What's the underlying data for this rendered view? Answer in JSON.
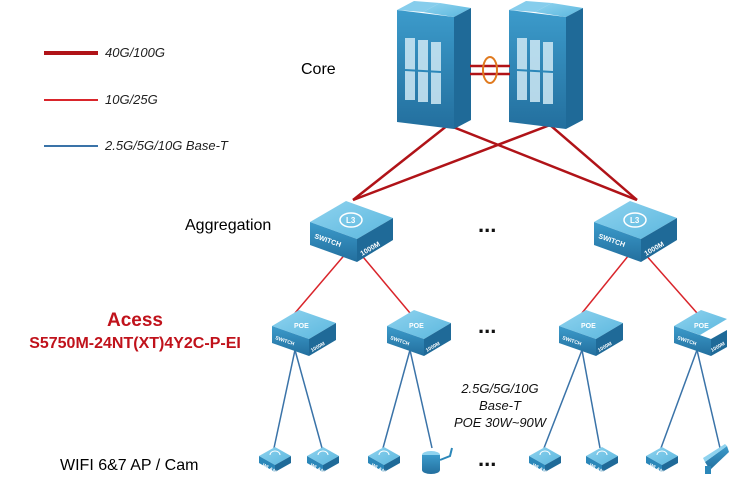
{
  "legend": [
    {
      "label": "40G/100G",
      "color": "#b01318"
    },
    {
      "label": "10G/25G",
      "color": "#d9252b"
    },
    {
      "label": "2.5G/5G/10G Base-T",
      "color": "#3a73a8"
    }
  ],
  "tiers": {
    "core": "Core",
    "aggregation": "Aggregation",
    "access_title": "Acess",
    "access_model": "S5750M-24NT(XT)4Y2C-P-EI",
    "endpoints": "WIFI 6&7 AP / Cam"
  },
  "device_labels": {
    "l3": "L3",
    "poe": "POE",
    "switch": "SWITCH",
    "speed": "1000M",
    "wlan": "WLAN"
  },
  "ellipsis": "...",
  "annotation": {
    "line1": "2.5G/5G/10G",
    "line2": "Base-T",
    "line3": "POE 30W~90W"
  },
  "colors": {
    "link_core": "#b01318",
    "link_access": "#d9252b",
    "link_edge": "#3a73a8",
    "device_top": "#5cb8dd",
    "device_side": "#2b87b9",
    "device_dark": "#1c6a98",
    "ring": "#e07a1f",
    "access_text": "#c0121b"
  }
}
